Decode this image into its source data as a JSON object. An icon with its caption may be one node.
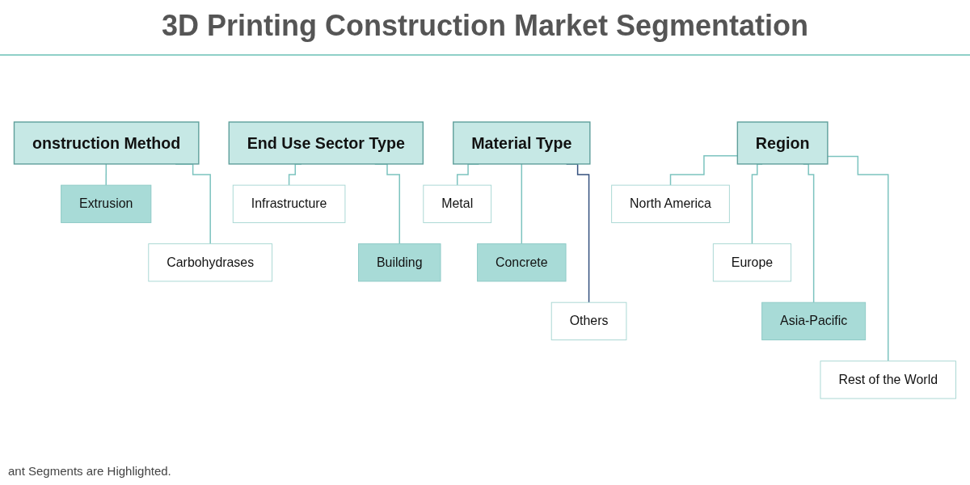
{
  "diagram": {
    "title": "3D Printing Construction Market Segmentation",
    "nodes": [
      {
        "text": [
          "onstruction Method"
        ]
      },
      {
        "text": [
          "Extrusion"
        ]
      },
      {
        "text": [
          "Carbohydrases"
        ]
      },
      {
        "text": [
          "End Use Sector Type"
        ]
      },
      {
        "text": [
          "Infrastructure"
        ]
      },
      {
        "text": [
          "Building"
        ]
      },
      {
        "text": [
          "Material Type"
        ]
      },
      {
        "text": [
          "Metal"
        ]
      },
      {
        "text": [
          "Concrete"
        ]
      },
      {
        "text": [
          "Others"
        ]
      },
      {
        "text": [
          "Region"
        ]
      },
      {
        "text": [
          "North America"
        ]
      },
      {
        "text": [
          "Europe"
        ]
      },
      {
        "text": [
          "Asia-Pacific"
        ]
      },
      {
        "text": [
          "Rest of the World"
        ]
      }
    ],
    "edges": [
      {
        "from": 0,
        "to": 1,
        "arrow": "none"
      },
      {
        "from": 0,
        "to": 2,
        "arrow": "none"
      },
      {
        "from": 3,
        "to": 4,
        "arrow": "none"
      },
      {
        "from": 3,
        "to": 5,
        "arrow": "none"
      },
      {
        "from": 6,
        "to": 7,
        "arrow": "none"
      },
      {
        "from": 6,
        "to": 8,
        "arrow": "none"
      },
      {
        "from": 6,
        "to": 9,
        "arrow": "none",
        "color": "#34507e"
      },
      {
        "from": 10,
        "to": 11,
        "arrow": "none"
      },
      {
        "from": 10,
        "to": 12,
        "arrow": "none"
      },
      {
        "from": 10,
        "to": 13,
        "arrow": "none"
      },
      {
        "from": 10,
        "to": 14,
        "arrow": "none"
      }
    ],
    "labels": [
      "ant Segments are Highlighted."
    ]
  }
}
